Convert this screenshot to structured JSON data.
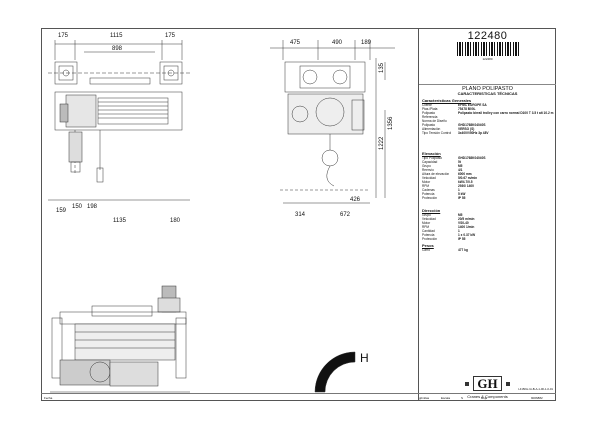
{
  "drawing": {
    "code": "122480",
    "barcode_text": "122480",
    "plan_title": "PLANO POLIPASTO",
    "plan_subtitle": "CARACTERISTICAS TÉCNICAS",
    "orientation_letter": "H"
  },
  "dimensions": {
    "top_view": [
      "175",
      "1115",
      "175",
      "898"
    ],
    "front_view": [
      "159",
      "150",
      "198",
      "1135",
      "180"
    ],
    "side_view_top": [
      "475",
      "490",
      "189",
      "135"
    ],
    "side_view_side": [
      "1356",
      "1222",
      "426"
    ],
    "side_view_bottom": [
      "314",
      "672"
    ]
  },
  "sections": {
    "general": {
      "title": "Características Generales",
      "rows": [
        {
          "k": "Cliente",
          "v": "EFMC EUROPE SA"
        },
        {
          "k": "Ptas./Plata",
          "v": "75478 B00L"
        },
        {
          "k": "Polipasto",
          "v": "Polipasto birrail trolley con carro normal D100 T 3.5 t alt 10.2 m"
        },
        {
          "k": "Referencia",
          "v": ""
        },
        {
          "k": "Norma de Diseño",
          "v": ""
        },
        {
          "k": "Polipasto",
          "v": "GHD1768K04040S"
        },
        {
          "k": "Alimentación",
          "v": "VERSO (S)"
        },
        {
          "k": "Tipo Tensión Control",
          "v": "3x400V/50Hz 3p 48V"
        }
      ]
    },
    "elevacion": {
      "title": "Elevación",
      "rows": [
        {
          "k": "Tipo Polipasto",
          "v": "GHD1768K04040S"
        },
        {
          "k": "Capacidad",
          "v": "5t"
        },
        {
          "k": "Grupo",
          "v": "M5"
        },
        {
          "k": "Reenvío",
          "v": "4/1"
        },
        {
          "k": "Altura de elevación",
          "v": "6000 mm"
        },
        {
          "k": "Velocidad",
          "v": "5/0.67 m/min"
        },
        {
          "k": "Motor",
          "v": "kW4.7/0.5"
        },
        {
          "k": "RPM",
          "v": "2930/ 1400"
        },
        {
          "k": "Cadenas",
          "v": "1"
        },
        {
          "k": "Potencia",
          "v": "5 kW"
        },
        {
          "k": "Protección",
          "v": "IP 55"
        }
      ]
    },
    "direccion": {
      "title": "Dirección",
      "rows": [
        {
          "k": "Grupo",
          "v": "M5"
        },
        {
          "k": "Velocidad",
          "v": "20/5 m/min"
        },
        {
          "k": "Motor",
          "v": "VS0-40"
        },
        {
          "k": "RPM",
          "v": "1400 1/min"
        },
        {
          "k": "Cantidad",
          "v": "1"
        },
        {
          "k": "Potencia",
          "v": "1 x 0.37 kW"
        },
        {
          "k": "Protección",
          "v": "IP 55"
        }
      ]
    },
    "pesos": {
      "title": "Pesos",
      "rows": [
        {
          "k": "Carro",
          "v": "477 kg"
        }
      ]
    }
  },
  "company": {
    "mark": "GH",
    "name": "Cranes & Components"
  },
  "footer": {
    "ref": "LF-BKH-IA-B-A-1-00-1-0-01",
    "fields": [
      "Fecha",
      "gilmtlas",
      "Escala",
      "S",
      "Hoja",
      "9006882"
    ]
  }
}
